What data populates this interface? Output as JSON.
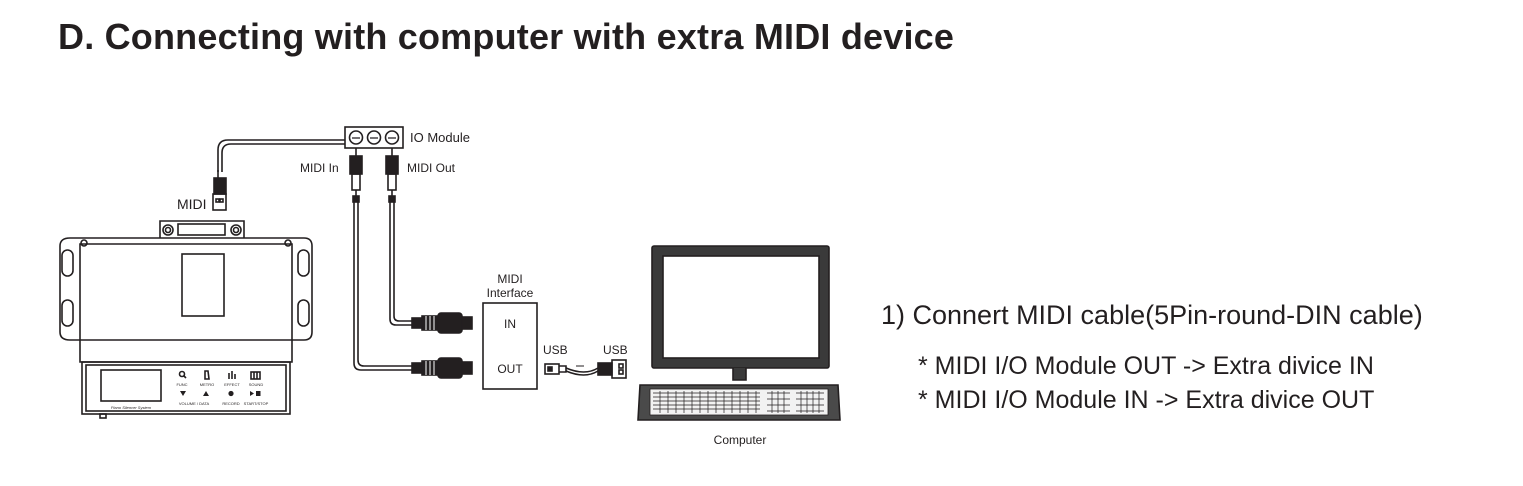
{
  "title": "D. Connecting with computer with extra MIDI device",
  "diagram": {
    "io_module_label": "IO Module",
    "midi_in_label": "MIDI In",
    "midi_out_label": "MIDI Out",
    "midi_port_label": "MIDI",
    "interface_label_line1": "MIDI",
    "interface_label_line2": "Interface",
    "interface_in": "IN",
    "interface_out": "OUT",
    "usb_left_label": "USB",
    "usb_right_label": "USB",
    "computer_label": "Computer",
    "controller": {
      "brand": "Piano Silencer System",
      "buttons": [
        {
          "label": "FUNC",
          "icon": "magnifier-icon"
        },
        {
          "label": "METRO",
          "icon": "metronome-icon"
        },
        {
          "label": "EFFECT",
          "icon": "equalizer-icon"
        },
        {
          "label": "SOUND",
          "icon": "piano-keys-icon"
        }
      ],
      "bottom_row": [
        {
          "label": "VOLUME / DATA",
          "icon": "triangle-down-icon"
        },
        {
          "label": "",
          "icon": "triangle-up-icon"
        },
        {
          "label": "RECORD",
          "icon": "record-dot-icon"
        },
        {
          "label": "START/STOP",
          "icon": "play-stop-icon"
        }
      ]
    }
  },
  "instructions": {
    "step": "1) Connert MIDI cable(5Pin-round-DIN cable)",
    "bullets": [
      "* MIDI I/O Module OUT -> Extra divice IN",
      "* MIDI I/O Module IN -> Extra divice OUT"
    ]
  }
}
